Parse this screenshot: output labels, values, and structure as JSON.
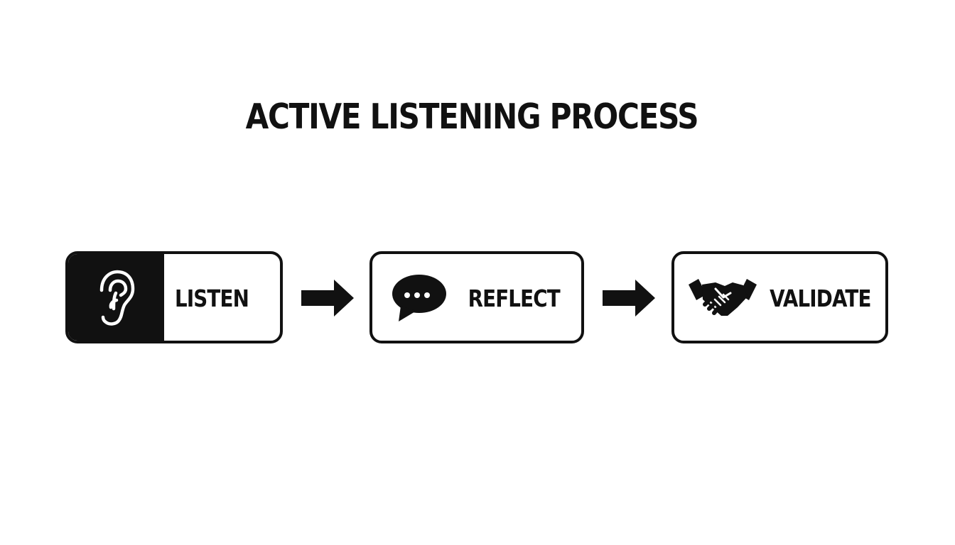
{
  "title": "ACTIVE LISTENING PROCESS",
  "steps": [
    {
      "label": "LISTEN",
      "icon": "ear-icon"
    },
    {
      "label": "REFLECT",
      "icon": "speech-bubble-icon"
    },
    {
      "label": "VALIDATE",
      "icon": "handshake-icon"
    }
  ],
  "connectors": [
    "right-arrow-icon",
    "right-arrow-icon"
  ],
  "colors": {
    "ink": "#111111",
    "background": "#ffffff"
  }
}
